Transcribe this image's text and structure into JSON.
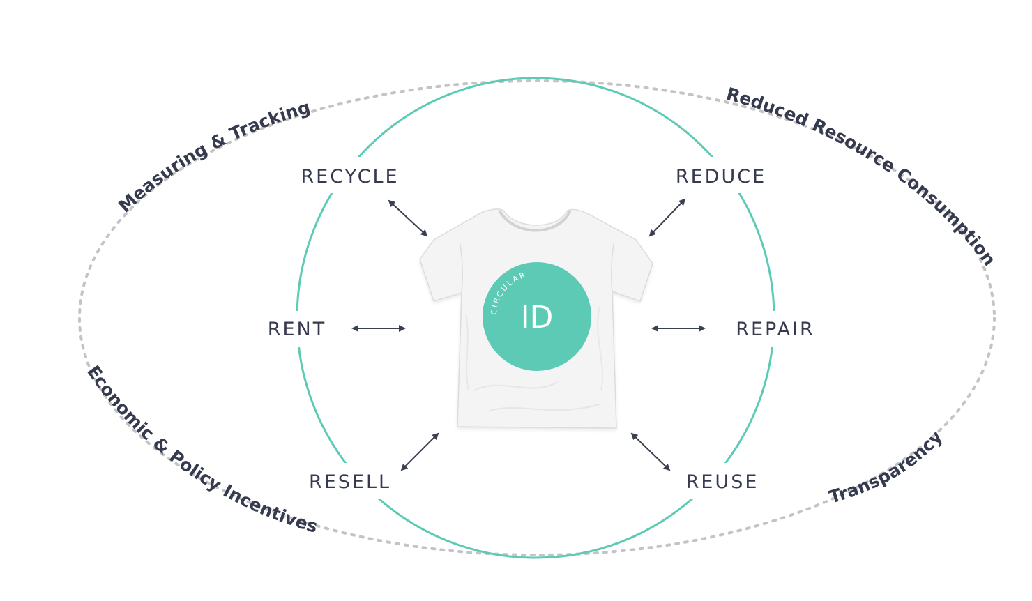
{
  "colors": {
    "accent": "#5ccab5",
    "text": "#353a4e",
    "dotted_ring": "#c4c4c4",
    "arrow": "#3a3f52",
    "shirt": "#f4f4f4"
  },
  "badge": {
    "small_text": "CIRCULAR",
    "big_text": "ID"
  },
  "center_graphic": {
    "icon": "white-tshirt-icon"
  },
  "nodes": {
    "recycle": "RECYCLE",
    "reduce": "REDUCE",
    "rent": "RENT",
    "repair": "REPAIR",
    "resell": "RESELL",
    "reuse": "REUSE"
  },
  "outer_labels": {
    "measuring": "Measuring & Tracking",
    "reduced": "Reduced Resource Consumption",
    "economic": "Economic & Policy Incentives",
    "transparency": "Transparency"
  }
}
